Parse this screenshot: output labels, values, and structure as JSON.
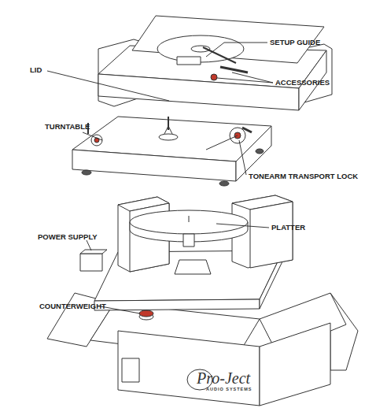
{
  "diagram": {
    "labels": [
      "SETUP GUIDE",
      "LID",
      "ACCESSORIES",
      "TURNTABLE",
      "TONEARM TRANSPORT LOCK",
      "POWER SUPPLY",
      "PLATTER",
      "COUNTERWEIGHT",
      "Pro-Ject",
      "AUDIO SYSTEMS"
    ]
  }
}
